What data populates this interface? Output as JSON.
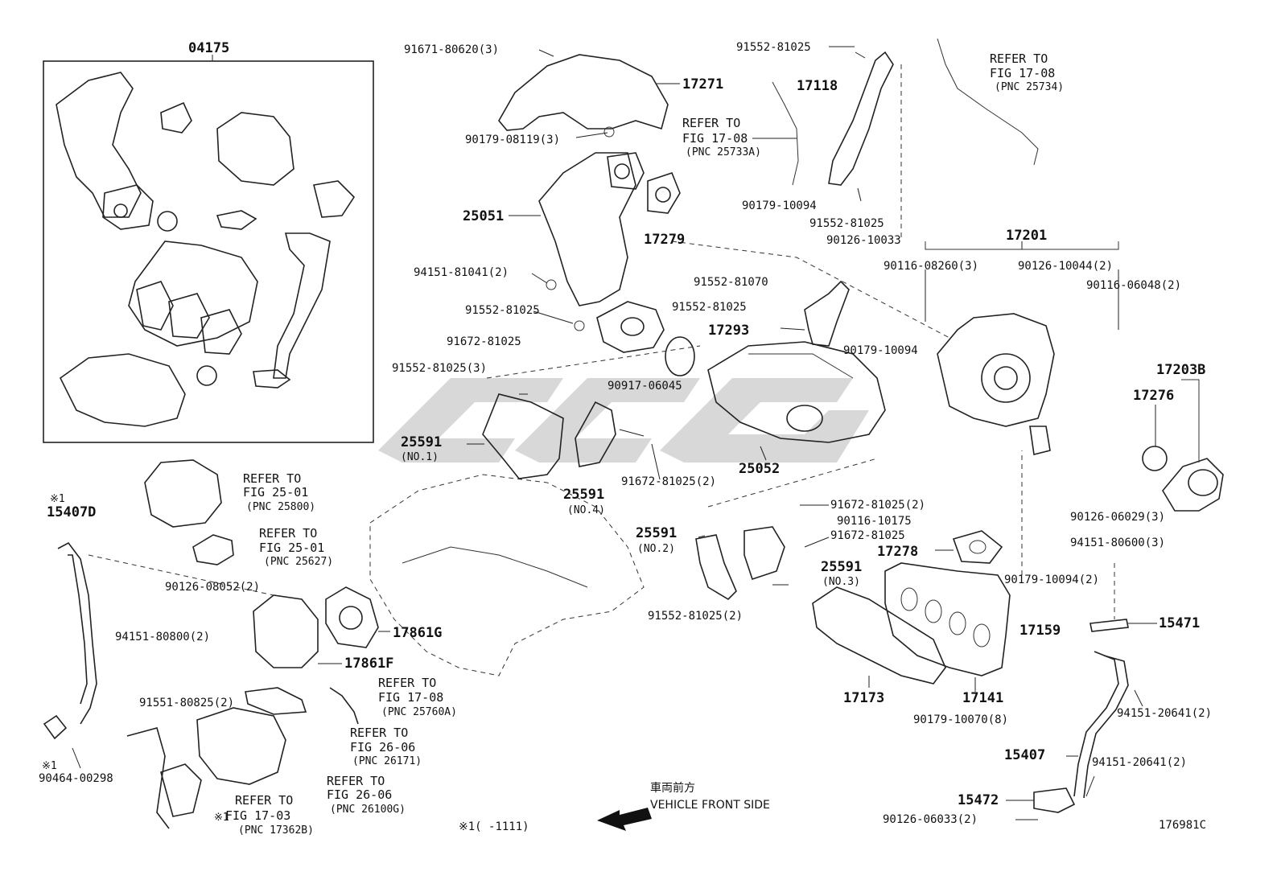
{
  "labels": {
    "kit_box": "04175",
    "p91671_80620": "91671-80620(3)",
    "p17271": "17271",
    "p90179_08119": "90179-08119(3)",
    "p25051": "25051",
    "p17279": "17279",
    "p94151_81041": "94151-81041(2)",
    "p91552_81025_a": "91552-81025",
    "p91672_81025_a": "91672-81025",
    "p91552_81025_3": "91552-81025(3)",
    "p90917_06045": "90917-06045",
    "p25591_no1": "25591",
    "p25591_no1_sub": "(NO.1)",
    "p25591_no4": "25591",
    "p25591_no4_sub": "(NO.4)",
    "p91672_81025_2a": "91672-81025(2)",
    "p25052": "25052",
    "p91552_81025_top": "91552-81025",
    "p17118": "17118",
    "p90179_10094_a": "90179-10094",
    "p91552_81025_b": "91552-81025",
    "p90126_10033": "90126-10033",
    "p91552_81070": "91552-81070",
    "p91552_81025_c": "91552-81025",
    "p17293": "17293",
    "p90179_10094_b": "90179-10094",
    "p17201": "17201",
    "p90116_08260": "90116-08260(3)",
    "p90126_10044": "90126-10044(2)",
    "p90116_06048": "90116-06048(2)",
    "p17203B": "17203B",
    "p17276": "17276",
    "p90126_06029": "90126-06029(3)",
    "p94151_80600": "94151-80600(3)",
    "p91672_81025_2b": "91672-81025(2)",
    "p90116_10175": "90116-10175",
    "p91672_81025_b": "91672-81025",
    "p25591_no2": "25591",
    "p25591_no2_sub": "(NO.2)",
    "p25591_no3": "25591",
    "p25591_no3_sub": "(NO.3)",
    "p17278": "17278",
    "p91552_81025_2": "91552-81025(2)",
    "p90179_10094_2": "90179-10094(2)",
    "p17159": "17159",
    "p15471": "15471",
    "p17173": "17173",
    "p17141": "17141",
    "p90179_10070": "90179-10070(8)",
    "p94151_20641_a": "94151-20641(2)",
    "p15407": "15407",
    "p94151_20641_b": "94151-20641(2)",
    "p15472": "15472",
    "p90126_06033": "90126-06033(2)",
    "p15407D_mark": "※1",
    "p15407D": "15407D",
    "p90126_08052": "90126-08052(2)",
    "p94151_80800": "94151-80800(2)",
    "p17861G": "17861G",
    "p17861F": "17861F",
    "p91551_80825": "91551-80825(2)",
    "p90464_mark": "※1",
    "p90464_00298": "90464-00298",
    "mark_fig1703": "※1",
    "code": "176981C",
    "footnote": "※1(      -1111)"
  },
  "refs": {
    "r1_a": "REFER TO",
    "r1_b": "FIG 17-08",
    "r1_c": "(PNC 25734)",
    "r2_a": "REFER TO",
    "r2_b": "FIG 17-08",
    "r2_c": "(PNC 25733A)",
    "r3_a": "REFER TO",
    "r3_b": "FIG 25-01",
    "r3_c": "(PNC 25800)",
    "r4_a": "REFER TO",
    "r4_b": "FIG 25-01",
    "r4_c": "(PNC 25627)",
    "r5_a": "REFER TO",
    "r5_b": "FIG 17-08",
    "r5_c": "(PNC 25760A)",
    "r6_a": "REFER TO",
    "r6_b": "FIG 26-06",
    "r6_c": "(PNC 26171)",
    "r7_a": "REFER TO",
    "r7_b": "FIG 26-06",
    "r7_c": "(PNC 26100G)",
    "r8_a": "REFER TO",
    "r8_b": "FIG 17-03",
    "r8_c": "(PNC 17362B)"
  },
  "direction": {
    "jp": "車両前方",
    "en": "VEHICLE FRONT SIDE"
  }
}
